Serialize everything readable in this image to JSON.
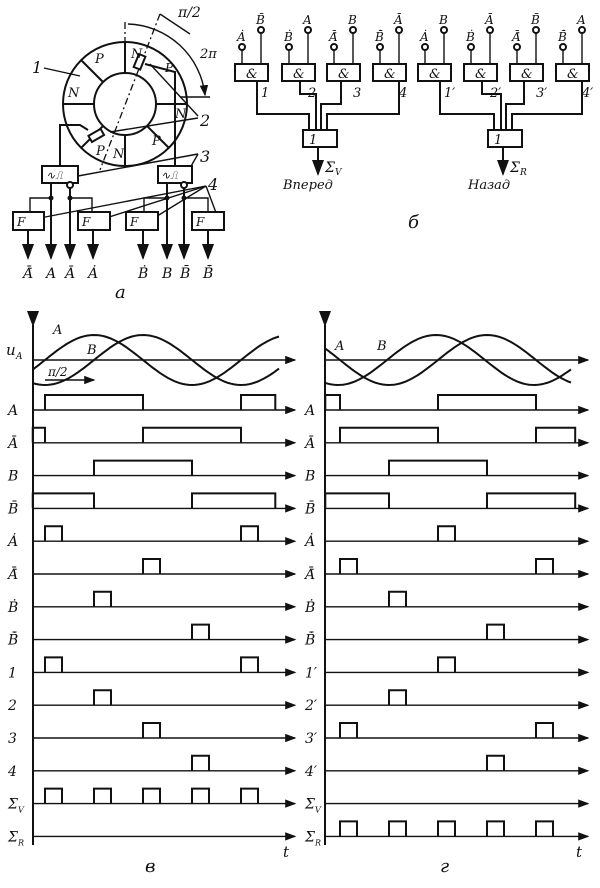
{
  "figure_a": {
    "label": "а",
    "callouts": [
      "1",
      "2",
      "3",
      "4"
    ],
    "angle_quarter": "π/2",
    "angle_full": "2π",
    "poles": [
      "N",
      "P",
      "N",
      "P",
      "N",
      "P",
      "P",
      "N"
    ],
    "filter_label": "F",
    "outputs": [
      "Ā̇",
      "A",
      "Ā",
      "Ȧ",
      "Ḃ",
      "B",
      "B̄",
      "B̄̇"
    ]
  },
  "figure_b": {
    "label": "б",
    "and_symbol": "&",
    "or_symbol": "1",
    "forward": {
      "gates": [
        {
          "num": "1",
          "in1": "Ȧ",
          "in2": "B̄"
        },
        {
          "num": "2",
          "in1": "Ḃ",
          "in2": "A"
        },
        {
          "num": "3",
          "in1": "Ā̇",
          "in2": "B"
        },
        {
          "num": "4",
          "in1": "B̄̇",
          "in2": "Ā"
        }
      ],
      "sum": "Σ",
      "sum_sub": "V",
      "caption": "Вперед"
    },
    "backward": {
      "gates": [
        {
          "num": "1′",
          "in1": "Ȧ",
          "in2": "B"
        },
        {
          "num": "2′",
          "in1": "Ḃ",
          "in2": "Ā"
        },
        {
          "num": "3′",
          "in1": "Ā̇",
          "in2": "B̄"
        },
        {
          "num": "4′",
          "in1": "B̄̇",
          "in2": "A"
        }
      ],
      "sum": "Σ",
      "sum_sub": "R",
      "caption": "Назад"
    }
  },
  "timing": {
    "units": "quarter periods",
    "axis_label": "u",
    "axis_sub": "A",
    "wave_labels": [
      "A",
      "B"
    ],
    "phase_label": "π/2",
    "time_label": "t",
    "panels": [
      {
        "label": "в",
        "direction": "forward",
        "rows": [
          {
            "label": "A",
            "type": "square",
            "high": [
              [
                0,
                2
              ],
              [
                4,
                4.7
              ]
            ]
          },
          {
            "label": "Ā",
            "type": "square",
            "high": [
              [
                -0.25,
                0
              ],
              [
                2,
                4
              ]
            ]
          },
          {
            "label": "B",
            "type": "square",
            "high": [
              [
                1,
                3
              ]
            ]
          },
          {
            "label": "B̄",
            "type": "square",
            "high": [
              [
                -0.25,
                1
              ],
              [
                3,
                4.7
              ]
            ]
          },
          {
            "label": "Ȧ",
            "type": "pulse",
            "at": [
              0,
              4
            ]
          },
          {
            "label": "Ā̇",
            "type": "pulse",
            "at": [
              2
            ]
          },
          {
            "label": "Ḃ",
            "type": "pulse",
            "at": [
              1
            ]
          },
          {
            "label": "B̄̇",
            "type": "pulse",
            "at": [
              3
            ]
          },
          {
            "label": "1",
            "type": "pulse",
            "at": [
              0,
              4
            ]
          },
          {
            "label": "2",
            "type": "pulse",
            "at": [
              1
            ]
          },
          {
            "label": "3",
            "type": "pulse",
            "at": [
              2
            ]
          },
          {
            "label": "4",
            "type": "pulse",
            "at": [
              3
            ]
          },
          {
            "label": "Σ",
            "sub": "V",
            "type": "pulse",
            "at": [
              0,
              1,
              2,
              3,
              4
            ]
          },
          {
            "label": "Σ",
            "sub": "R",
            "type": "pulse",
            "at": []
          }
        ]
      },
      {
        "label": "г",
        "direction": "backward",
        "rows": [
          {
            "label": "A",
            "type": "square",
            "high": [
              [
                -0.3,
                0
              ],
              [
                2,
                4
              ]
            ]
          },
          {
            "label": "Ā",
            "type": "square",
            "high": [
              [
                0,
                2
              ],
              [
                4,
                4.8
              ]
            ]
          },
          {
            "label": "B",
            "type": "square",
            "high": [
              [
                1,
                3
              ]
            ]
          },
          {
            "label": "B̄",
            "type": "square",
            "high": [
              [
                -0.3,
                1
              ],
              [
                3,
                4.8
              ]
            ]
          },
          {
            "label": "Ȧ",
            "type": "pulse",
            "at": [
              2
            ]
          },
          {
            "label": "Ā̇",
            "type": "pulse",
            "at": [
              0,
              4
            ]
          },
          {
            "label": "Ḃ",
            "type": "pulse",
            "at": [
              1
            ]
          },
          {
            "label": "B̄̇",
            "type": "pulse",
            "at": [
              3
            ]
          },
          {
            "label": "1′",
            "type": "pulse",
            "at": [
              2
            ]
          },
          {
            "label": "2′",
            "type": "pulse",
            "at": [
              1
            ]
          },
          {
            "label": "3′",
            "type": "pulse",
            "at": [
              0,
              4
            ]
          },
          {
            "label": "4′",
            "type": "pulse",
            "at": [
              3
            ]
          },
          {
            "label": "Σ",
            "sub": "V",
            "type": "pulse",
            "at": []
          },
          {
            "label": "Σ",
            "sub": "R",
            "type": "pulse",
            "at": [
              0,
              1,
              2,
              3,
              4
            ]
          }
        ]
      }
    ]
  }
}
